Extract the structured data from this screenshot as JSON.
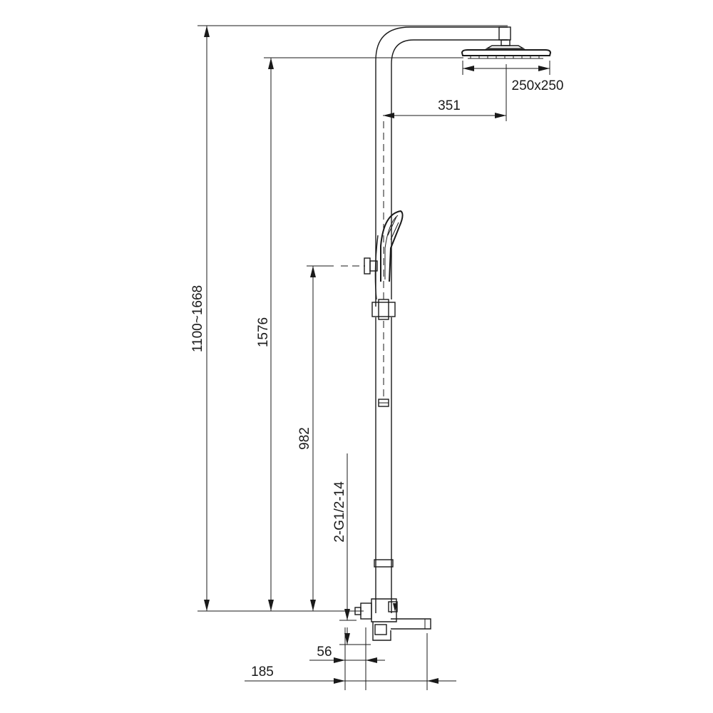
{
  "dimensions": {
    "total_height": "1100~1668",
    "head_height": "1576",
    "divert_height": "982",
    "arm_reach": "351",
    "head_size": "250x250",
    "connection": "2-G1/2-14",
    "spout_offset": "56",
    "spout_reach": "185"
  },
  "colors": {
    "line": "#1a1a1a",
    "background": "#ffffff"
  }
}
